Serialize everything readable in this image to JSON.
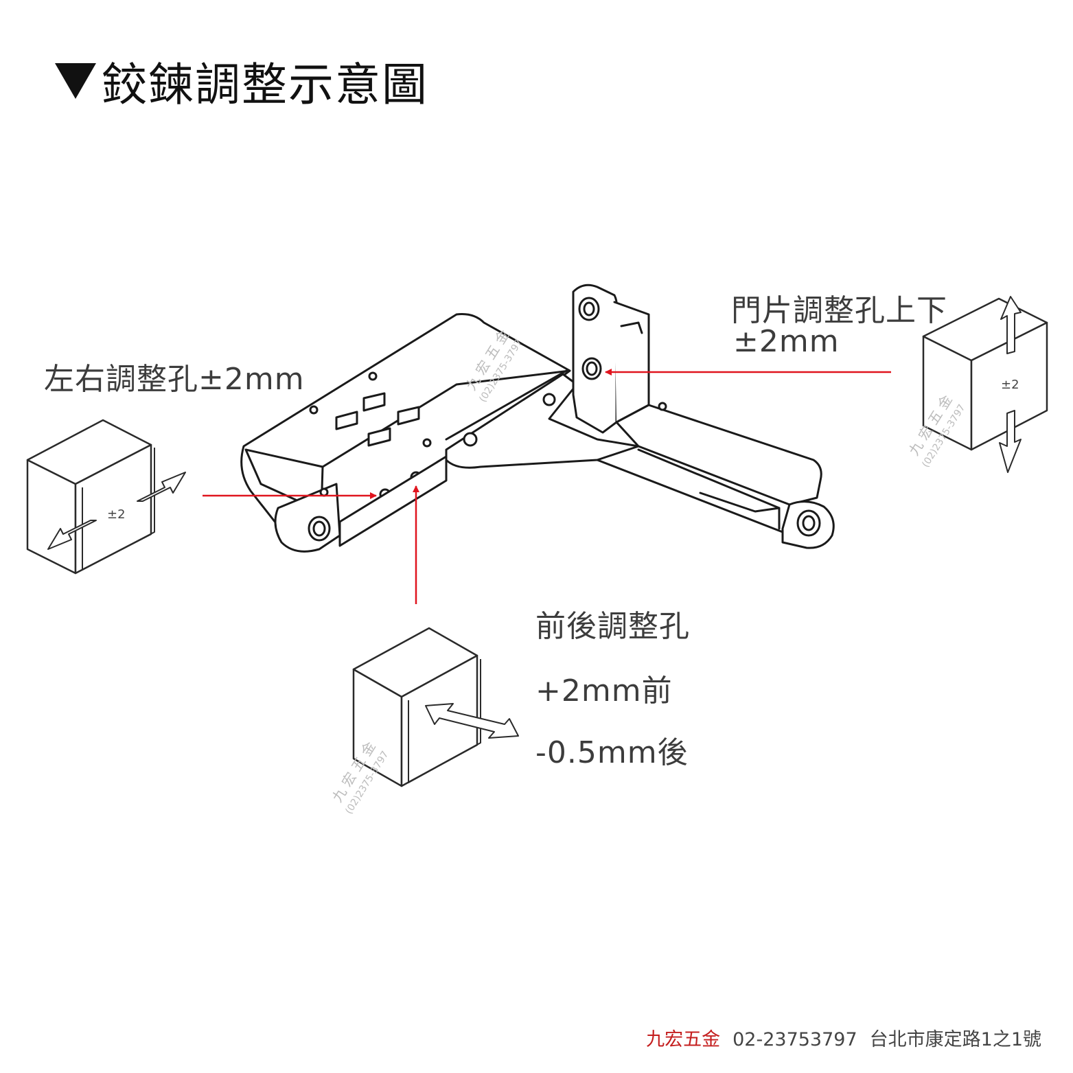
{
  "title": "鉸鍊調整示意圖",
  "labels": {
    "left_right": "左右調整孔±2mm",
    "door_up_down_line1": "門片調整孔上下",
    "door_up_down_line2": "±2mm",
    "front_back_title": "前後調整孔",
    "front_value": "+2mm前",
    "back_value": "-0.5mm後"
  },
  "cube_labels": {
    "left_cube": "±2",
    "right_cube": "±2"
  },
  "watermark": {
    "name": "九 宏 五 金",
    "phone": "(02)2375-3797"
  },
  "footer": {
    "brand": "九宏五金",
    "phone": "02-23753797",
    "address": "台北市康定路1之1號"
  },
  "colors": {
    "arrow": "#e0141e",
    "brand": "#c41e1e",
    "line": "#1a1a1a"
  }
}
